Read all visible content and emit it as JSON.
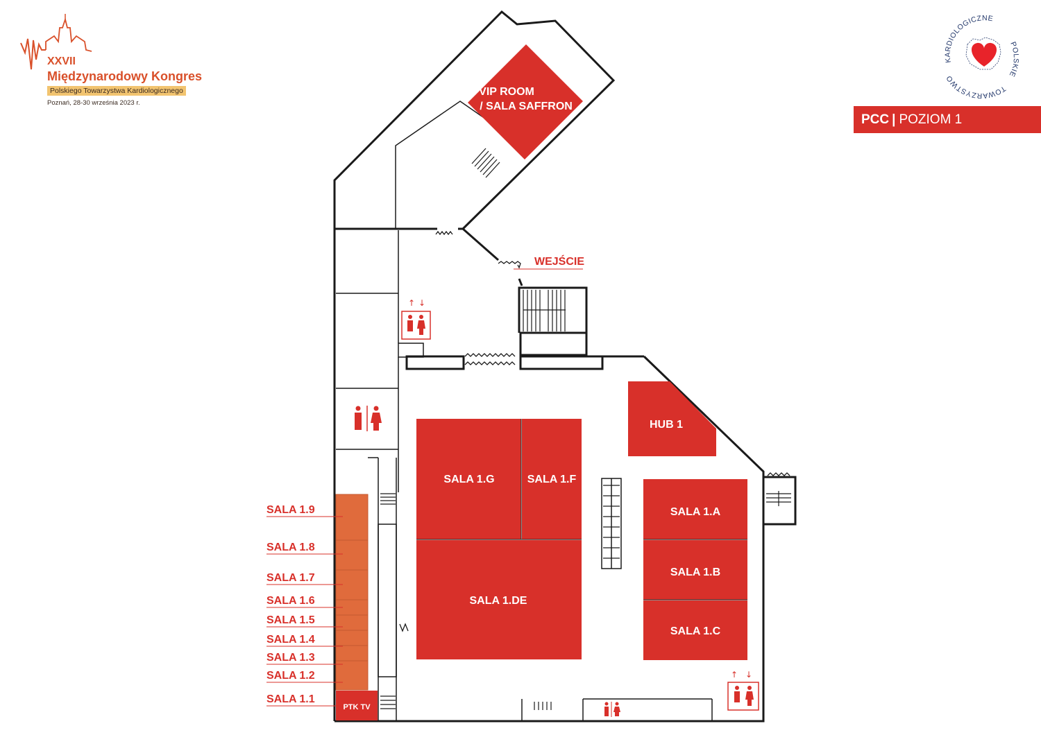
{
  "header": {
    "congress_number": "XXVII",
    "congress_title": "Międzynarodowy Kongres",
    "society_name": "Polskiego Towarzystwa Kardiologicznego",
    "dates": "Poznań, 28-30 września 2023 r.",
    "seal_text_top": "KARDIOLOGICZNE",
    "seal_text_right": "POLSKIE",
    "seal_text_bottom": "TOWARZYSTWO",
    "venue": "PCC",
    "level": "POZIOM 1"
  },
  "entrance_label": "WEJŚCIE",
  "halls": {
    "vip": {
      "line1": "VIP ROOM",
      "line2": "/ SALA SAFFRON"
    },
    "hub1": "HUB 1",
    "sala_1g": "SALA 1.G",
    "sala_1f": "SALA 1.F",
    "sala_1de": "SALA 1.DE",
    "sala_1a": "SALA 1.A",
    "sala_1b": "SALA 1.B",
    "sala_1c": "SALA 1.C",
    "ptk_tv": "PTK TV"
  },
  "small_rooms": [
    "SALA 1.9",
    "SALA 1.8",
    "SALA 1.7",
    "SALA 1.6",
    "SALA 1.5",
    "SALA 1.4",
    "SALA 1.3",
    "SALA 1.2",
    "SALA 1.1"
  ],
  "colors": {
    "hall": "#d8302a",
    "small_hall": "#e06b3c",
    "logo_accent": "#d9502a",
    "logo_highlight": "#f2c470",
    "seal_text": "#23386b"
  },
  "icons": [
    "elevator-icon",
    "restroom-icon",
    "heart-icon",
    "cathedral-icon",
    "stairs-icon",
    "escalator-icon",
    "door-icon"
  ]
}
